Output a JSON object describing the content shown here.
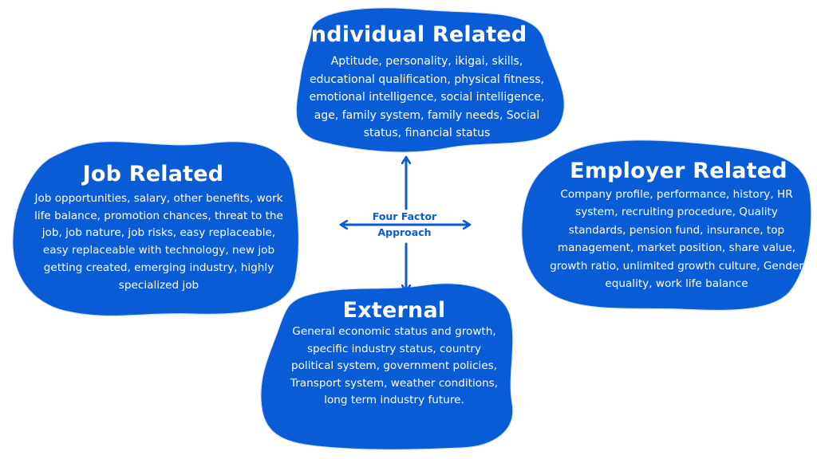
{
  "center": {
    "line1": "Four Factor",
    "line2": "Approach"
  },
  "cards": {
    "individual": {
      "title": "Individual Related",
      "text": "Aptitude, personality, ikigai, skills, educational qualification, physical fitness, emotional intelligence, social intelligence, age, family system, family needs, Social status, financial status"
    },
    "job": {
      "title": "Job Related",
      "text": "Job opportunities, salary, other benefits, work life balance, promotion chances, threat to the job, job nature, job risks, easy replaceable, easy replaceable with technology, new job getting created, emerging industry, highly specialized job"
    },
    "employer": {
      "title": "Employer Related",
      "text": "Company profile, performance, history, HR system, recruiting procedure, Quality standards, pension fund, insurance, top management, market position, share value, growth ratio, unlimited growth culture, Gender equality, work life balance"
    },
    "external": {
      "title": "External",
      "text": "General economic status and growth, specific industry status, country political system, government policies, Transport system, weather conditions, long term industry future."
    }
  },
  "colors": {
    "blob": "#0a5cd6",
    "arrow": "#0a5cd6",
    "background": "#ffffff"
  }
}
